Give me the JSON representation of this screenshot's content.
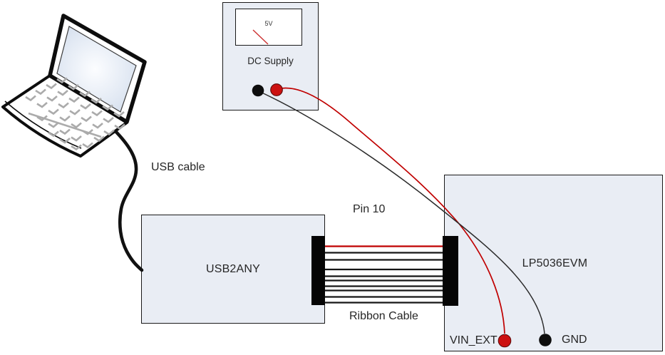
{
  "dc_supply": {
    "label": "DC Supply",
    "meter_reading": "5V"
  },
  "laptop": {
    "cable_label": "USB cable"
  },
  "usb2any": {
    "label": "USB2ANY"
  },
  "ribbon_cable": {
    "pin_label": "Pin 10",
    "label": "Ribbon Cable",
    "wire_count": 10
  },
  "evm": {
    "label": "LP5036EVM",
    "vin_terminal": "VIN_EXT",
    "gnd_terminal": "GND"
  },
  "colors": {
    "box_fill": "#e9edf4",
    "box_border": "#1a1a1a",
    "wire_red": "#c00000",
    "wire_black": "#2a2a2a",
    "terminal_red": "#cc1111",
    "terminal_black": "#0d0d0d",
    "key_gray": "#ababab"
  }
}
